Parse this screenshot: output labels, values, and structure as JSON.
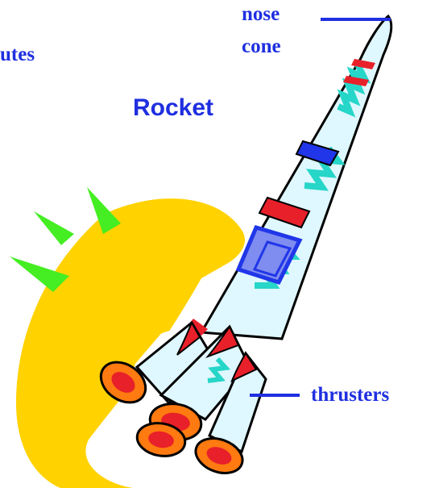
{
  "labels": {
    "cut_off": "utes",
    "nose_line1": "nose",
    "nose_line2": "cone",
    "title": "Rocket",
    "thrusters": "thrusters"
  },
  "colors": {
    "label_text": "#1f2fe0",
    "sun": "#ffd200",
    "rays": "#44ee22",
    "rocket_body": "#dff7ff",
    "accent_blue": "#2036e8",
    "accent_red": "#e8202a",
    "zigzag": "#26d6c8",
    "flame_orange": "#ff7a10",
    "flame_yellow": "#ffcc00"
  },
  "icons": {
    "rocket": "rocket-icon",
    "sun": "sun-icon"
  }
}
